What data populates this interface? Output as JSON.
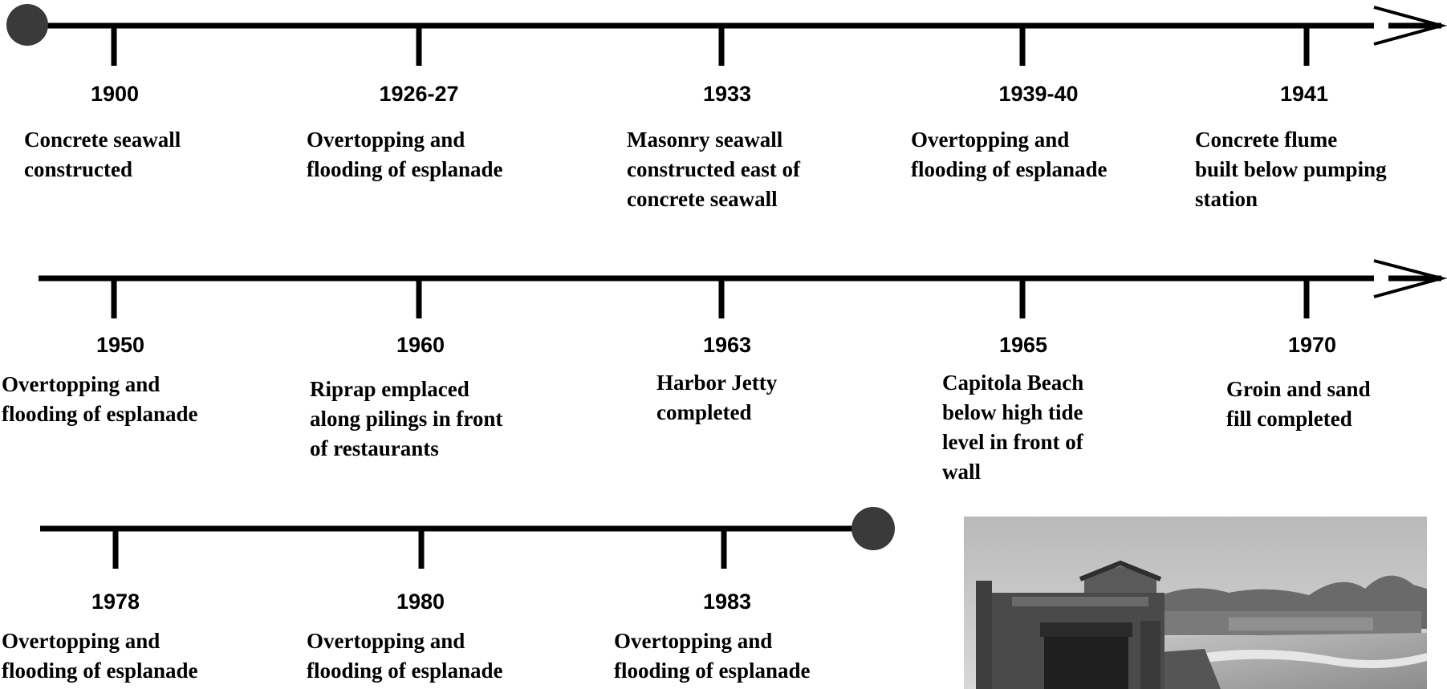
{
  "events": [
    {
      "year": "1900",
      "text": [
        "Concrete seawall",
        "constructed"
      ]
    },
    {
      "year": "1926-27",
      "text": [
        "Overtopping and",
        "flooding of esplanade"
      ]
    },
    {
      "year": "1933",
      "text": [
        "Masonry seawall",
        "constructed east of",
        "concrete seawall"
      ]
    },
    {
      "year": "1939-40",
      "text": [
        "Overtopping and",
        "flooding of esplanade"
      ]
    },
    {
      "year": "1941",
      "text": [
        "Concrete flume",
        "built below pumping",
        "station"
      ]
    },
    {
      "year": "1950",
      "text": [
        "Overtopping and",
        "flooding of esplanade"
      ]
    },
    {
      "year": "1960",
      "text": [
        "Riprap emplaced",
        "along pilings in front",
        "of restaurants"
      ]
    },
    {
      "year": "1963",
      "text": [
        "Harbor Jetty",
        "completed"
      ]
    },
    {
      "year": "1965",
      "text": [
        "Capitola Beach",
        "below high tide",
        "level in front of",
        "wall"
      ]
    },
    {
      "year": "1970",
      "text": [
        "Groin and sand",
        "fill completed"
      ]
    },
    {
      "year": "1978",
      "text": [
        "Overtopping and",
        "flooding of esplanade"
      ]
    },
    {
      "year": "1980",
      "text": [
        "Overtopping and",
        "flooding of esplanade"
      ]
    },
    {
      "year": "1983",
      "text": [
        "Overtopping and",
        "flooding of esplanade"
      ]
    }
  ],
  "colors": {
    "line": "#000000",
    "endpoint": "#3a3a3a",
    "photo_sky": "#c9c9c9",
    "photo_building": "#4a4a4a",
    "photo_water": "#a8a8a8"
  }
}
